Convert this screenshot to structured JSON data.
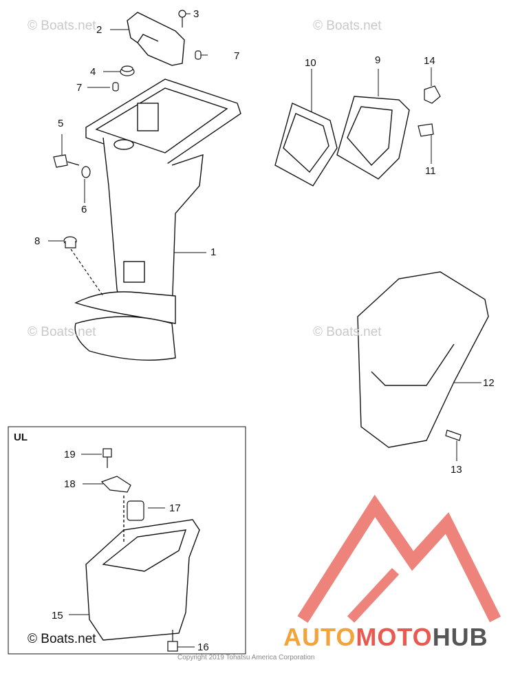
{
  "watermarks": {
    "top_left": "© Boats.net",
    "top_right": "© Boats.net",
    "mid_left": "© Boats.net",
    "mid_right": "© Boats.net",
    "bottom_left": "© Boats.net"
  },
  "inset": {
    "label": "UL"
  },
  "callouts": [
    "1",
    "2",
    "3",
    "4",
    "5",
    "6",
    "7",
    "7",
    "8",
    "9",
    "10",
    "11",
    "12",
    "13",
    "14",
    "15",
    "16",
    "17",
    "18",
    "19"
  ],
  "copyright": "Copyright 2019 Tohatsu America Corporation",
  "brand": {
    "part1": "AUTO",
    "part2": "MOTO",
    "part3": "HUB"
  },
  "colors": {
    "logo_red": "#e85a4f",
    "logo_orange": "#f2a33a",
    "logo_gray": "#555555",
    "watermark": "#c9c9c9"
  }
}
